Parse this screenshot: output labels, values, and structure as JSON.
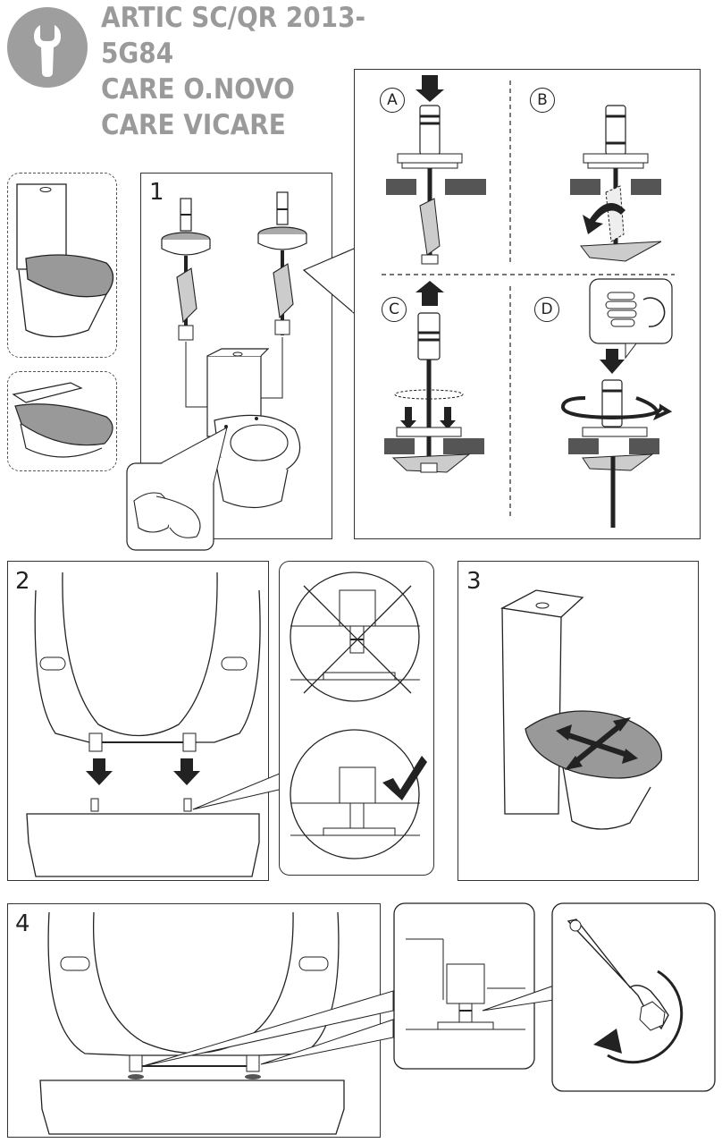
{
  "header": {
    "wrench_icon": "wrench-icon",
    "title_lines": [
      "ARTIC SC/QR 2013-",
      "5G84",
      "CARE O.NOVO",
      "CARE VICARE"
    ],
    "icon_bg_color": "#9e9e9e",
    "title_color": "#9a9a9a"
  },
  "steps": {
    "step1": "1",
    "step2": "2",
    "step3": "3",
    "step4": "4"
  },
  "substeps": {
    "a": "A",
    "b": "B",
    "c": "C",
    "d": "D"
  },
  "icons": {
    "models": [
      "toilet-closed-coupled-icon",
      "toilet-wall-hung-icon"
    ],
    "cleaning": "hand-wiping-icon",
    "rotation": "rotate-clockwise-icon",
    "wrong": "cross-mark-icon",
    "right": "check-mark-icon",
    "adjust": "move-arrows-icon",
    "tool": "spanner-icon"
  }
}
